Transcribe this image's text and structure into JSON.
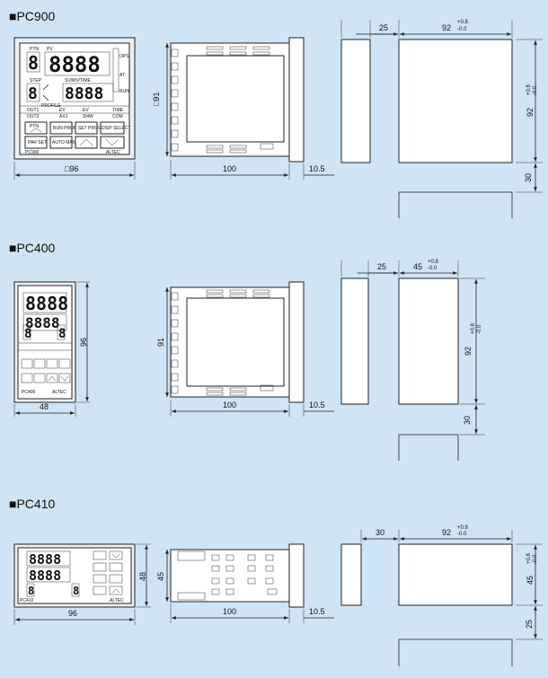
{
  "sections": [
    {
      "title": "■PC900",
      "front_width_label": "□96",
      "side_height_label": "□91",
      "side_depth_label": "100",
      "bezel_label": "10.5",
      "cutout_gap_label": "25",
      "cutout_width_label": "92",
      "cutout_height_label": "92",
      "cutout_spacing_label": "30",
      "tolerance_plus": "+0.8",
      "tolerance_minus": "-0.0",
      "model": "PC900",
      "brand": "ALTEC",
      "keys": [
        "PTN",
        "RUN PROG",
        "SET PROG",
        "DISP SELECT",
        "PAR SET",
        "AUTO MAN"
      ],
      "labels": [
        "PTN",
        "PV",
        "STEP",
        "SV/MV/TIME",
        "PROFILE",
        "OPS",
        "AT",
        "RUN"
      ],
      "leds": [
        "OUT1",
        "OUT2",
        "EV",
        "AX1",
        "EV",
        "SNW",
        "TIME",
        "COM"
      ],
      "digits": "8888",
      "digit1": "8"
    },
    {
      "title": "■PC400",
      "front_width_label": "48",
      "front_height_label": "96",
      "side_height_label": "91",
      "side_depth_label": "100",
      "bezel_label": "10.5",
      "cutout_gap_label": "25",
      "cutout_width_label": "45",
      "cutout_height_label": "92",
      "cutout_spacing_label": "30",
      "tolerance_plus": "+0.8",
      "tolerance_minus": "-0.0",
      "model": "PC400",
      "brand": "ALTEC",
      "digits": "8888",
      "digit1": "8"
    },
    {
      "title": "■PC410",
      "front_width_label": "96",
      "front_height_label": "48",
      "side_height_label": "45",
      "side_depth_label": "100",
      "bezel_label": "10.5",
      "cutout_gap_label": "30",
      "cutout_width_label": "92",
      "cutout_height_label": "45",
      "cutout_spacing_label": "25",
      "tolerance_plus": "+0.8",
      "tolerance_minus": "-0.0",
      "model": "PC410",
      "brand": "ALTEC",
      "digits": "8888",
      "digit1": "8"
    }
  ]
}
